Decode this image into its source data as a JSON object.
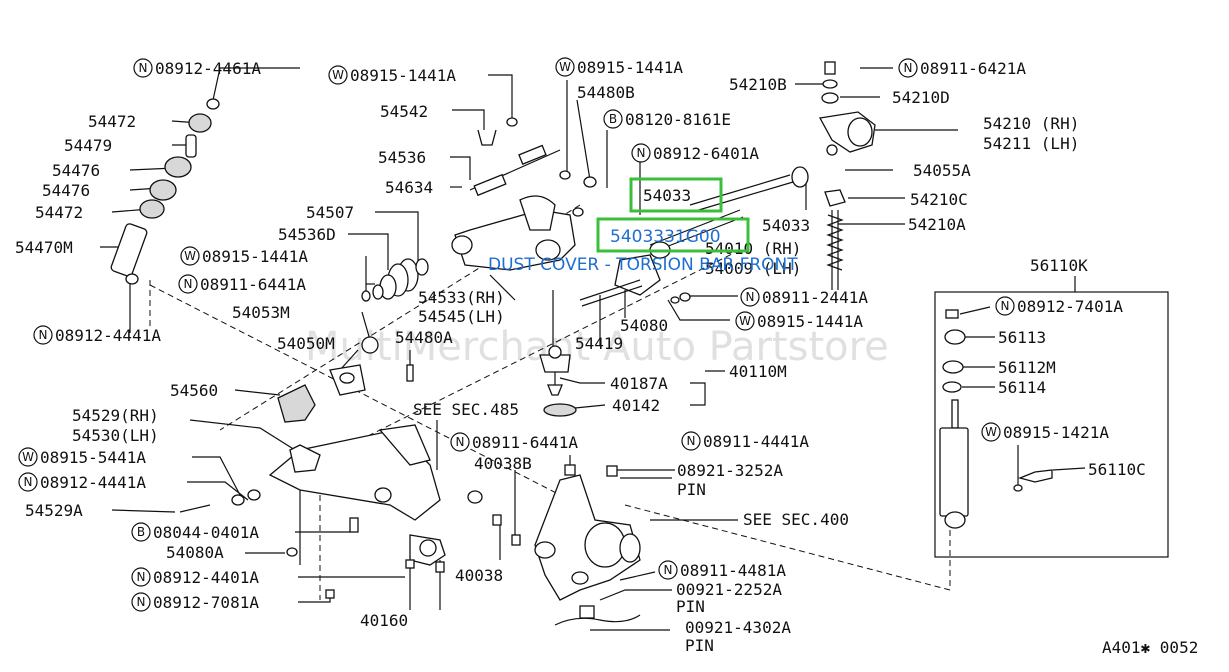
{
  "watermark": "MultiMerchant Auto Partstore",
  "diagram_id": "A401✱ 0052",
  "highlight": {
    "box_part": "54033",
    "box_part_number": "5403331G00",
    "caption": "DUST COVER - TORSION BAR FRONT"
  },
  "labels": [
    {
      "id": "l1",
      "prefix": "N",
      "text": "08912-4461A"
    },
    {
      "id": "l2",
      "prefix": "",
      "text": "54472"
    },
    {
      "id": "l3",
      "prefix": "",
      "text": "54479"
    },
    {
      "id": "l4",
      "prefix": "",
      "text": "54476"
    },
    {
      "id": "l5",
      "prefix": "",
      "text": "54476"
    },
    {
      "id": "l6",
      "prefix": "",
      "text": "54472"
    },
    {
      "id": "l7",
      "prefix": "",
      "text": "54470M"
    },
    {
      "id": "l8",
      "prefix": "N",
      "text": "08912-4441A"
    },
    {
      "id": "l9",
      "prefix": "W",
      "text": "08915-1441A"
    },
    {
      "id": "l10",
      "prefix": "",
      "text": "54542"
    },
    {
      "id": "l11",
      "prefix": "",
      "text": "54536"
    },
    {
      "id": "l12",
      "prefix": "",
      "text": "54634"
    },
    {
      "id": "l13",
      "prefix": "",
      "text": "54507"
    },
    {
      "id": "l14",
      "prefix": "",
      "text": "54536D"
    },
    {
      "id": "l15",
      "prefix": "W",
      "text": "08915-1441A"
    },
    {
      "id": "l16",
      "prefix": "N",
      "text": "08911-6441A"
    },
    {
      "id": "l17",
      "prefix": "",
      "text": "54053M"
    },
    {
      "id": "l18",
      "prefix": "",
      "text": "54533(RH)"
    },
    {
      "id": "l19",
      "prefix": "",
      "text": "54545(LH)"
    },
    {
      "id": "l20",
      "prefix": "W",
      "text": "08915-1441A"
    },
    {
      "id": "l21",
      "prefix": "",
      "text": "54480B"
    },
    {
      "id": "l22",
      "prefix": "B",
      "text": "08120-8161E"
    },
    {
      "id": "l23",
      "prefix": "N",
      "text": "08912-6401A"
    },
    {
      "id": "l24",
      "prefix": "",
      "text": "54210B"
    },
    {
      "id": "l25",
      "prefix": "N",
      "text": "08911-6421A"
    },
    {
      "id": "l26",
      "prefix": "",
      "text": "54210D"
    },
    {
      "id": "l27",
      "prefix": "",
      "text": "54210 (RH)"
    },
    {
      "id": "l28",
      "prefix": "",
      "text": "54211 (LH)"
    },
    {
      "id": "l29",
      "prefix": "",
      "text": "54055A"
    },
    {
      "id": "l30",
      "prefix": "",
      "text": "54210C"
    },
    {
      "id": "l31",
      "prefix": "",
      "text": "54033"
    },
    {
      "id": "l32",
      "prefix": "",
      "text": "54210A"
    },
    {
      "id": "l33",
      "prefix": "",
      "text": "54010 (RH)"
    },
    {
      "id": "l34",
      "prefix": "",
      "text": "54009 (LH)"
    },
    {
      "id": "l35",
      "prefix": "N",
      "text": "08911-2441A"
    },
    {
      "id": "l36",
      "prefix": "",
      "text": "54080"
    },
    {
      "id": "l37",
      "prefix": "W",
      "text": "08915-1441A"
    },
    {
      "id": "l38",
      "prefix": "",
      "text": "54050M"
    },
    {
      "id": "l39",
      "prefix": "",
      "text": "54480A"
    },
    {
      "id": "l40",
      "prefix": "",
      "text": "54419"
    },
    {
      "id": "l41",
      "prefix": "",
      "text": "40187A"
    },
    {
      "id": "l42",
      "prefix": "",
      "text": "40110M"
    },
    {
      "id": "l43",
      "prefix": "",
      "text": "40142"
    },
    {
      "id": "l44",
      "prefix": "",
      "text": "54560"
    },
    {
      "id": "l45",
      "prefix": "",
      "text": "SEE SEC.485"
    },
    {
      "id": "l46",
      "prefix": "",
      "text": "54529(RH)"
    },
    {
      "id": "l47",
      "prefix": "",
      "text": "54530(LH)"
    },
    {
      "id": "l48",
      "prefix": "W",
      "text": "08915-5441A"
    },
    {
      "id": "l49",
      "prefix": "N",
      "text": "08912-4441A"
    },
    {
      "id": "l50",
      "prefix": "",
      "text": "54529A"
    },
    {
      "id": "l51",
      "prefix": "B",
      "text": "08044-0401A"
    },
    {
      "id": "l52",
      "prefix": "",
      "text": "54080A"
    },
    {
      "id": "l53",
      "prefix": "N",
      "text": "08912-4401A"
    },
    {
      "id": "l54",
      "prefix": "N",
      "text": "08912-7081A"
    },
    {
      "id": "l55",
      "prefix": "",
      "text": "40160"
    },
    {
      "id": "l56",
      "prefix": "",
      "text": "40038"
    },
    {
      "id": "l57",
      "prefix": "N",
      "text": "08911-6441A"
    },
    {
      "id": "l58",
      "prefix": "",
      "text": "40038B"
    },
    {
      "id": "l59",
      "prefix": "N",
      "text": "08911-4441A"
    },
    {
      "id": "l60",
      "prefix": "",
      "text": "08921-3252A"
    },
    {
      "id": "l61",
      "prefix": "",
      "text": "PIN"
    },
    {
      "id": "l62",
      "prefix": "",
      "text": "SEE SEC.400"
    },
    {
      "id": "l63",
      "prefix": "N",
      "text": "08911-4481A"
    },
    {
      "id": "l64",
      "prefix": "",
      "text": "00921-2252A"
    },
    {
      "id": "l65",
      "prefix": "",
      "text": "PIN"
    },
    {
      "id": "l66",
      "prefix": "",
      "text": "00921-4302A"
    },
    {
      "id": "l67",
      "prefix": "",
      "text": "PIN"
    },
    {
      "id": "l68",
      "prefix": "",
      "text": "56110K"
    },
    {
      "id": "l69",
      "prefix": "N",
      "text": "08912-7401A"
    },
    {
      "id": "l70",
      "prefix": "",
      "text": "56113"
    },
    {
      "id": "l71",
      "prefix": "",
      "text": "56112M"
    },
    {
      "id": "l72",
      "prefix": "",
      "text": "56114"
    },
    {
      "id": "l73",
      "prefix": "W",
      "text": "08915-1421A"
    },
    {
      "id": "l74",
      "prefix": "",
      "text": "56110C"
    }
  ]
}
